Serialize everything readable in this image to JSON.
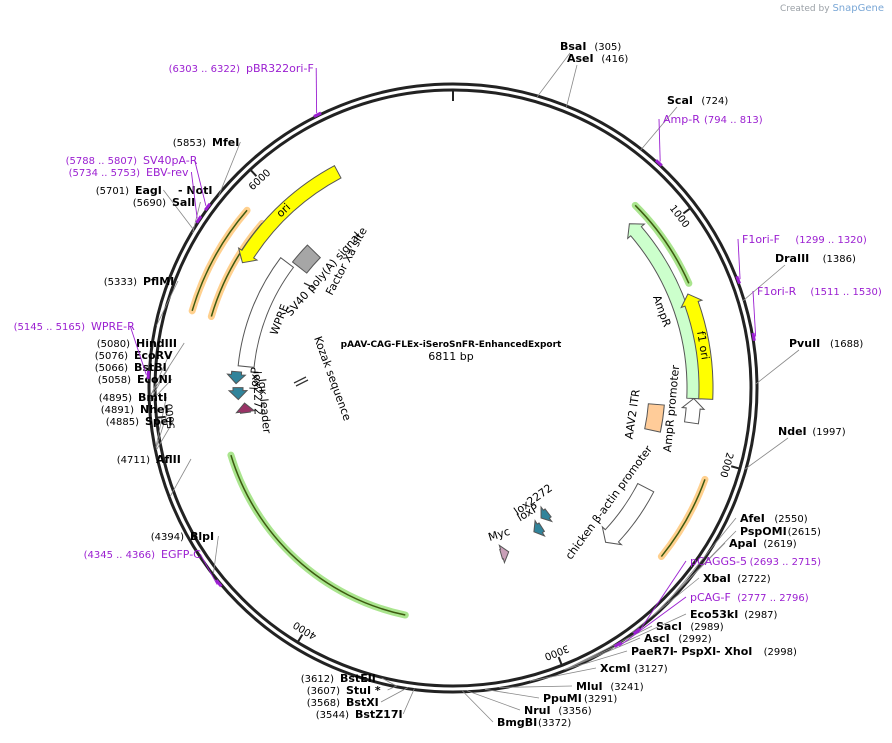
{
  "credit": {
    "prefix": "Created by",
    "brand": "SnapGene"
  },
  "plasmid": {
    "name": "pAAV-CAG-FLEx-iSeroSnFR-EnhancedExport",
    "size": "6811 bp",
    "length": 6811
  },
  "ticks": [
    "1000",
    "2000",
    "3000",
    "4000",
    "5000",
    "6000"
  ],
  "features": [
    {
      "label": "ori",
      "start": 5690,
      "end": 6280,
      "dir": "rev",
      "color": "#ffff00",
      "type": "arrow"
    },
    {
      "label": "AmpR",
      "start": 890,
      "end": 1750,
      "dir": "rev",
      "color": "#ccffcc",
      "type": "arrow",
      "inner": true
    },
    {
      "label": "AmpR promoter",
      "start": 1750,
      "end": 1860,
      "dir": "rev",
      "color": "#ffffff",
      "type": "arrow",
      "inner": true
    },
    {
      "label": "f1 ori",
      "start": 1290,
      "end": 1750,
      "dir": "rev",
      "color": "#ffff00",
      "type": "arrow"
    },
    {
      "label": "AAV2 ITR",
      "start": 1790,
      "end": 1930,
      "dir": "none",
      "color": "#ffcc99",
      "type": "box"
    },
    {
      "label": "chicken β-actin promoter",
      "start": 2220,
      "end": 2560,
      "dir": "fwd",
      "color": "#ffffff",
      "type": "arrow"
    },
    {
      "label": "lox2272",
      "start": 2700,
      "end": 2760,
      "dir": "fwd",
      "color": "#31849b",
      "type": "arrow"
    },
    {
      "label": "loxP",
      "start": 2790,
      "end": 2850,
      "dir": "fwd",
      "color": "#31849b",
      "type": "arrow"
    },
    {
      "label": "Myc",
      "start": 3050,
      "end": 3100,
      "dir": "rev",
      "color": "#c9a0b8",
      "type": "arrow"
    },
    {
      "label": "Igκ leader",
      "start": 4980,
      "end": 5030,
      "dir": "fwd",
      "color": "#993366",
      "type": "arrow"
    },
    {
      "label": "lox2272",
      "start": 5050,
      "end": 5110,
      "dir": "rev",
      "color": "#31849b",
      "type": "arrow"
    },
    {
      "label": "loxP",
      "start": 5130,
      "end": 5190,
      "dir": "rev",
      "color": "#31849b",
      "type": "arrow"
    },
    {
      "label": "WPRE",
      "start": 5220,
      "end": 5810,
      "dir": "none",
      "color": "#ffffff",
      "type": "box"
    },
    {
      "label": "SV40 poly(A) signal",
      "start": 5830,
      "end": 5950,
      "dir": "none",
      "color": "#a6a6a6",
      "type": "box"
    }
  ],
  "inner_labels": {
    "kozak": "Kozak sequence",
    "factor_xa": "Factor Xa site"
  },
  "sites": [
    {
      "name": "BsaI",
      "pos": "(305)",
      "loc": 305
    },
    {
      "name": "AseI",
      "pos": "(416)",
      "loc": 416
    },
    {
      "name": "ScaI",
      "pos": "(724)",
      "loc": 724
    },
    {
      "name": "DraIII",
      "pos": "(1386)",
      "loc": 1386
    },
    {
      "name": "PvuII",
      "pos": "(1688)",
      "loc": 1688
    },
    {
      "name": "NdeI",
      "pos": "(1997)",
      "loc": 1997
    },
    {
      "name": "AfeI",
      "pos": "(2550)",
      "loc": 2550
    },
    {
      "name": "PspOMI",
      "pos": "(2615)",
      "loc": 2615
    },
    {
      "name": "ApaI",
      "pos": "(2619)",
      "loc": 2619
    },
    {
      "name": "XbaI",
      "pos": "(2722)",
      "loc": 2722
    },
    {
      "name": "Eco53kI",
      "pos": "(2987)",
      "loc": 2987
    },
    {
      "name": "SacI",
      "pos": "(2989)",
      "loc": 2989
    },
    {
      "name": "AscI",
      "pos": "(2992)",
      "loc": 2992
    },
    {
      "name": "PaeR7I",
      "pos": "",
      "loc": 2998
    },
    {
      "name": "- PspXI",
      "pos": "",
      "loc": 2998
    },
    {
      "name": "- XhoI",
      "pos": "(2998)",
      "loc": 2998
    },
    {
      "name": "XcmI",
      "pos": "(3127)",
      "loc": 3127
    },
    {
      "name": "MluI",
      "pos": "(3241)",
      "loc": 3241
    },
    {
      "name": "PpuMI",
      "pos": "(3291)",
      "loc": 3291
    },
    {
      "name": "NruI",
      "pos": "(3356)",
      "loc": 3356
    },
    {
      "name": "BmgBI",
      "pos": "(3372)",
      "loc": 3372
    },
    {
      "name": "BstEII",
      "pos": "(3612)",
      "loc": 3612
    },
    {
      "name": "StuI *",
      "pos": "(3607)",
      "loc": 3607
    },
    {
      "name": "BstXI",
      "pos": "(3568)",
      "loc": 3568
    },
    {
      "name": "BstZ17I",
      "pos": "(3544)",
      "loc": 3544
    },
    {
      "name": "BlpI",
      "pos": "(4394)",
      "loc": 4394
    },
    {
      "name": "AflII",
      "pos": "(4711)",
      "loc": 4711
    },
    {
      "name": "SpeI",
      "pos": "(4885)",
      "loc": 4885
    },
    {
      "name": "NheI",
      "pos": "(4891)",
      "loc": 4891
    },
    {
      "name": "BmtI",
      "pos": "(4895)",
      "loc": 4895
    },
    {
      "name": "EcoNI",
      "pos": "(5058)",
      "loc": 5058
    },
    {
      "name": "BstBI",
      "pos": "(5066)",
      "loc": 5066
    },
    {
      "name": "EcoRV",
      "pos": "(5076)",
      "loc": 5076
    },
    {
      "name": "HindIII",
      "pos": "(5080)",
      "loc": 5080
    },
    {
      "name": "PflMI",
      "pos": "(5333)",
      "loc": 5333
    },
    {
      "name": "SalI",
      "pos": "(5690)",
      "loc": 5690
    },
    {
      "name": "EagI",
      "pos": "(5701)",
      "loc": 5701
    },
    {
      "name": "- NotI",
      "pos": "",
      "loc": 5701
    },
    {
      "name": "MfeI",
      "pos": "(5853)",
      "loc": 5853
    }
  ],
  "primers": [
    {
      "name": "pBR322ori-F",
      "pos": "(6303 .. 6322)",
      "loc": 6312
    },
    {
      "name": "Amp-R",
      "pos": "(794 .. 813)",
      "loc": 803
    },
    {
      "name": "F1ori-F",
      "pos": "(1299 .. 1320)",
      "loc": 1310
    },
    {
      "name": "F1ori-R",
      "pos": "(1511 .. 1530)",
      "loc": 1520
    },
    {
      "name": "pCAGGS-5",
      "pos": "(2693 .. 2715)",
      "loc": 2704
    },
    {
      "name": "pCAG-F",
      "pos": "(2777 .. 2796)",
      "loc": 2786
    },
    {
      "name": "EGFP-C",
      "pos": "(4345 .. 4366)",
      "loc": 4355
    },
    {
      "name": "WPRE-R",
      "pos": "(5145 .. 5165)",
      "loc": 5155
    },
    {
      "name": "SV40pA-R",
      "pos": "(5788 .. 5807)",
      "loc": 5797
    },
    {
      "name": "EBV-rev",
      "pos": "(5734 .. 5753)",
      "loc": 5743
    }
  ],
  "colors": {
    "backbone": "#222222",
    "primer": "#9b1fd1",
    "ori": "#ffff00",
    "ampr": "#ccffcc",
    "highlight_green": "#9be07a",
    "highlight_orange": "#ffc87a"
  }
}
